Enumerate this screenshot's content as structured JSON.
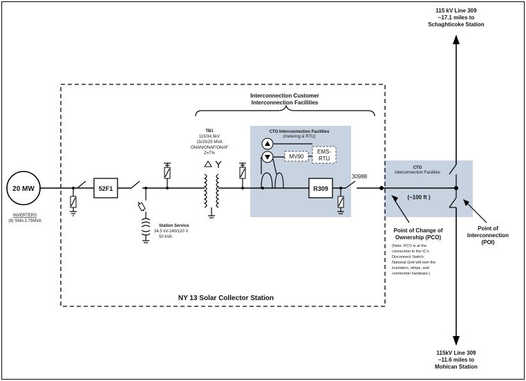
{
  "top_label": {
    "line1": "115 kV Line 309",
    "line2": "~17.1 miles to",
    "line3": "Schaghticoke Station"
  },
  "bottom_label": {
    "line1": "115kV Line 309",
    "line2": "~11.6 miles to",
    "line3": "Mohican Station"
  },
  "generator": {
    "label": "20 MW",
    "inverters_label": "INVERTERS",
    "inverters_detail": "(8) SMA 2.75MVA"
  },
  "breaker_52f1": "52F1",
  "station_service": {
    "line1": "Station Service",
    "line2": "34.5 kV-240/120 V",
    "line3": "50 kVA"
  },
  "transformer": {
    "line1": "TB1",
    "line2": "115/34.5kV",
    "line3": "15/20/25 MVA",
    "line4": "ONAN/ONAF/ONAF",
    "line5": "Z=7%"
  },
  "customer_facilities": {
    "line1": "Interconnection Customer",
    "line2": "Interconnection  Facilities"
  },
  "cto_metering": {
    "line1": "CTO  Interconnection Facilities",
    "line2": "(metering & RTU)"
  },
  "mv90": "MV90",
  "ems_rtu": {
    "line1": "EMS-",
    "line2": "RTU"
  },
  "breaker_r309": "R309",
  "switch_30988": "30988",
  "cto_right": {
    "line1": "CTO",
    "line2": "Interconnection  Facilities"
  },
  "distance": "(~100 ft )",
  "pco": {
    "line1": "Point of Change of",
    "line2": "Ownership (PCO)",
    "note1": "(Note: PCO is at the",
    "note2": "connection to the IC's",
    "note3": "Disconnect Switch.",
    "note4": "National Grid will own the",
    "note5": "insulators, whips, and",
    "note6": "connection hardware.)"
  },
  "poi": {
    "line1": "Point of",
    "line2": "Interconnection",
    "line3": "(POI)"
  },
  "station_name": "NY 13 Solar Collector Station"
}
